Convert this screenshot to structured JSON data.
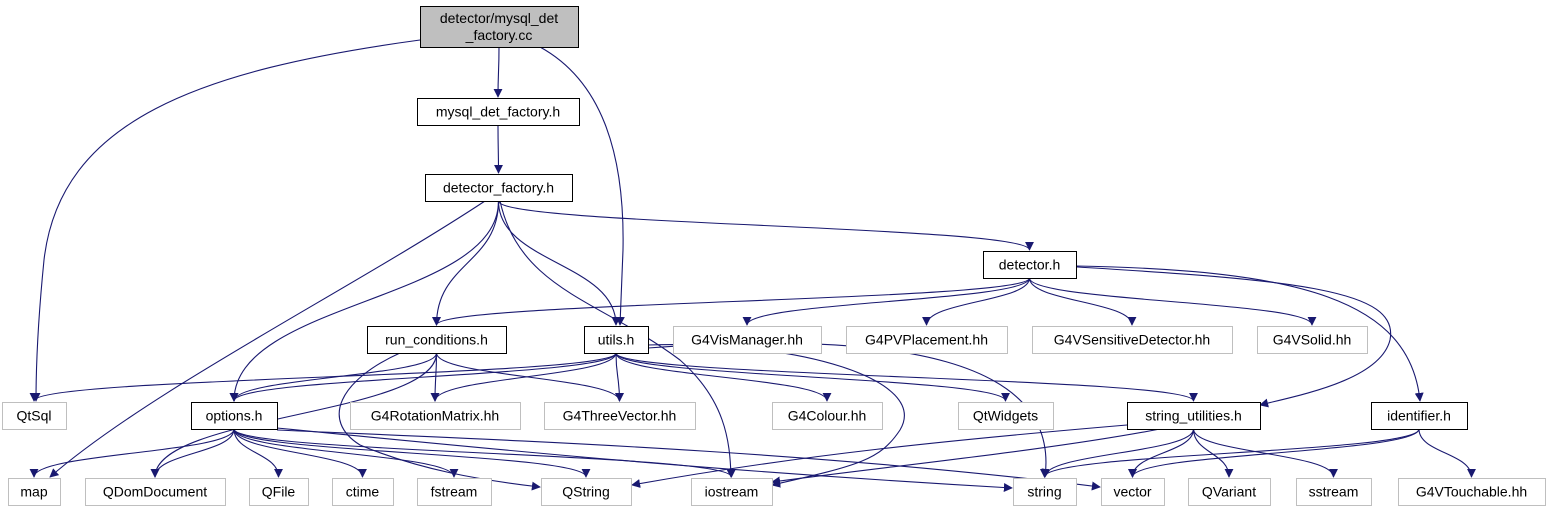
{
  "colors": {
    "edge": "#191970",
    "focus_fill": "#bfbfbf",
    "internal_border": "#000000",
    "external_border": "#bfbfbf"
  },
  "nodes": [
    {
      "id": "factory_cc",
      "lines": [
        "detector/mysql_det",
        "_factory.cc"
      ],
      "kind": "focus"
    },
    {
      "id": "mysql_det_factory_h",
      "lines": [
        "mysql_det_factory.h"
      ],
      "kind": "internal"
    },
    {
      "id": "detector_factory_h",
      "lines": [
        "detector_factory.h"
      ],
      "kind": "internal"
    },
    {
      "id": "detector_h",
      "lines": [
        "detector.h"
      ],
      "kind": "internal"
    },
    {
      "id": "run_conditions_h",
      "lines": [
        "run_conditions.h"
      ],
      "kind": "internal"
    },
    {
      "id": "utils_h",
      "lines": [
        "utils.h"
      ],
      "kind": "internal"
    },
    {
      "id": "G4VisManager",
      "lines": [
        "G4VisManager.hh"
      ],
      "kind": "external"
    },
    {
      "id": "G4PVPlacement",
      "lines": [
        "G4PVPlacement.hh"
      ],
      "kind": "external"
    },
    {
      "id": "G4VSensitiveDetector",
      "lines": [
        "G4VSensitiveDetector.hh"
      ],
      "kind": "external"
    },
    {
      "id": "G4VSolid",
      "lines": [
        "G4VSolid.hh"
      ],
      "kind": "external"
    },
    {
      "id": "QtSql",
      "lines": [
        "QtSql"
      ],
      "kind": "external"
    },
    {
      "id": "options_h",
      "lines": [
        "options.h"
      ],
      "kind": "internal"
    },
    {
      "id": "G4RotationMatrix",
      "lines": [
        "G4RotationMatrix.hh"
      ],
      "kind": "external"
    },
    {
      "id": "G4ThreeVector",
      "lines": [
        "G4ThreeVector.hh"
      ],
      "kind": "external"
    },
    {
      "id": "G4Colour",
      "lines": [
        "G4Colour.hh"
      ],
      "kind": "external"
    },
    {
      "id": "QtWidgets",
      "lines": [
        "QtWidgets"
      ],
      "kind": "external"
    },
    {
      "id": "string_utilities_h",
      "lines": [
        "string_utilities.h"
      ],
      "kind": "internal"
    },
    {
      "id": "identifier_h",
      "lines": [
        "identifier.h"
      ],
      "kind": "internal"
    },
    {
      "id": "map",
      "lines": [
        "map"
      ],
      "kind": "external"
    },
    {
      "id": "QDomDocument",
      "lines": [
        "QDomDocument"
      ],
      "kind": "external"
    },
    {
      "id": "QFile",
      "lines": [
        "QFile"
      ],
      "kind": "external"
    },
    {
      "id": "ctime",
      "lines": [
        "ctime"
      ],
      "kind": "external"
    },
    {
      "id": "fstream",
      "lines": [
        "fstream"
      ],
      "kind": "external"
    },
    {
      "id": "QString",
      "lines": [
        "QString"
      ],
      "kind": "external"
    },
    {
      "id": "iostream",
      "lines": [
        "iostream"
      ],
      "kind": "external"
    },
    {
      "id": "string",
      "lines": [
        "string"
      ],
      "kind": "external"
    },
    {
      "id": "vector",
      "lines": [
        "vector"
      ],
      "kind": "external"
    },
    {
      "id": "QVariant",
      "lines": [
        "QVariant"
      ],
      "kind": "external"
    },
    {
      "id": "sstream",
      "lines": [
        "sstream"
      ],
      "kind": "external"
    },
    {
      "id": "G4VTouchable",
      "lines": [
        "G4VTouchable.hh"
      ],
      "kind": "external"
    }
  ],
  "edges": [
    [
      "factory_cc",
      "mysql_det_factory_h"
    ],
    [
      "factory_cc",
      "QtSql"
    ],
    [
      "factory_cc",
      "utils_h"
    ],
    [
      "mysql_det_factory_h",
      "detector_factory_h"
    ],
    [
      "detector_factory_h",
      "detector_h"
    ],
    [
      "detector_factory_h",
      "run_conditions_h"
    ],
    [
      "detector_factory_h",
      "utils_h"
    ],
    [
      "detector_factory_h",
      "options_h"
    ],
    [
      "detector_factory_h",
      "map"
    ],
    [
      "detector_factory_h",
      "iostream"
    ],
    [
      "detector_h",
      "run_conditions_h"
    ],
    [
      "detector_h",
      "G4VisManager"
    ],
    [
      "detector_h",
      "G4PVPlacement"
    ],
    [
      "detector_h",
      "G4VSensitiveDetector"
    ],
    [
      "detector_h",
      "G4VSolid"
    ],
    [
      "detector_h",
      "string_utilities_h"
    ],
    [
      "detector_h",
      "identifier_h"
    ],
    [
      "run_conditions_h",
      "options_h"
    ],
    [
      "run_conditions_h",
      "G4RotationMatrix"
    ],
    [
      "run_conditions_h",
      "G4ThreeVector"
    ],
    [
      "run_conditions_h",
      "QDomDocument"
    ],
    [
      "run_conditions_h",
      "QString"
    ],
    [
      "utils_h",
      "QtSql"
    ],
    [
      "utils_h",
      "options_h"
    ],
    [
      "utils_h",
      "G4RotationMatrix"
    ],
    [
      "utils_h",
      "G4ThreeVector"
    ],
    [
      "utils_h",
      "G4Colour"
    ],
    [
      "utils_h",
      "QtWidgets"
    ],
    [
      "utils_h",
      "string_utilities_h"
    ],
    [
      "utils_h",
      "iostream"
    ],
    [
      "utils_h",
      "string"
    ],
    [
      "options_h",
      "map"
    ],
    [
      "options_h",
      "QDomDocument"
    ],
    [
      "options_h",
      "QFile"
    ],
    [
      "options_h",
      "ctime"
    ],
    [
      "options_h",
      "fstream"
    ],
    [
      "options_h",
      "QString"
    ],
    [
      "options_h",
      "iostream"
    ],
    [
      "options_h",
      "string"
    ],
    [
      "options_h",
      "vector"
    ],
    [
      "string_utilities_h",
      "QString"
    ],
    [
      "string_utilities_h",
      "iostream"
    ],
    [
      "string_utilities_h",
      "string"
    ],
    [
      "string_utilities_h",
      "vector"
    ],
    [
      "string_utilities_h",
      "QVariant"
    ],
    [
      "string_utilities_h",
      "sstream"
    ],
    [
      "identifier_h",
      "string"
    ],
    [
      "identifier_h",
      "vector"
    ],
    [
      "identifier_h",
      "G4VTouchable"
    ]
  ]
}
